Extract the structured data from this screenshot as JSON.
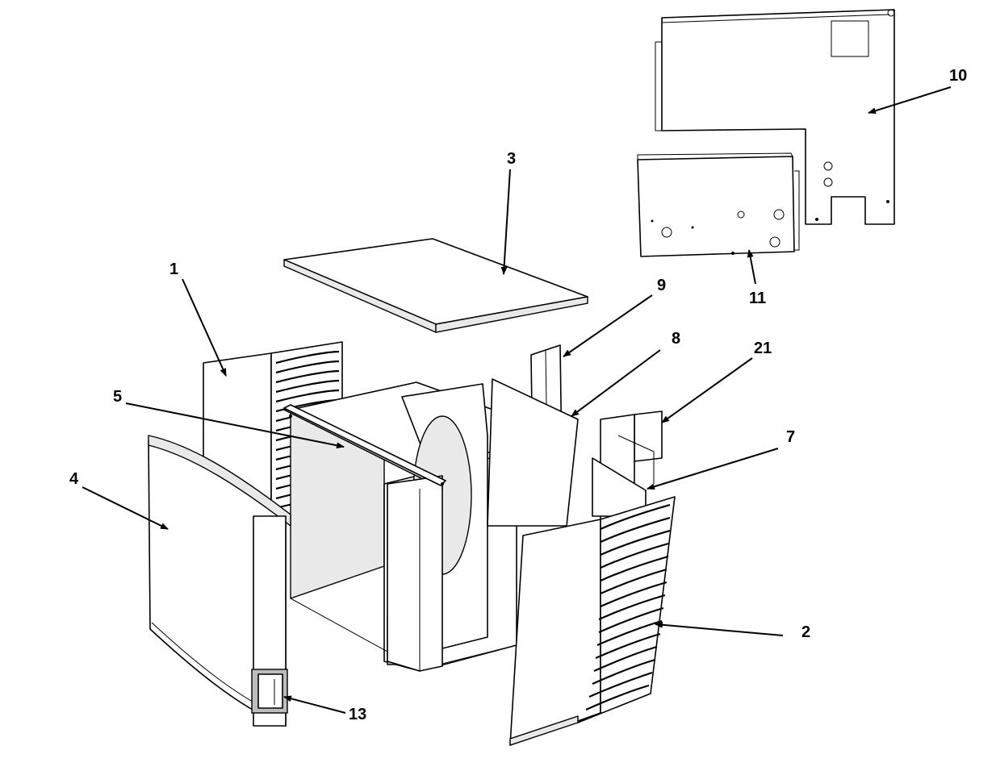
{
  "diagram": {
    "callouts": [
      {
        "id": "c1",
        "label": "1"
      },
      {
        "id": "c2",
        "label": "2"
      },
      {
        "id": "c3",
        "label": "3"
      },
      {
        "id": "c4",
        "label": "4"
      },
      {
        "id": "c5",
        "label": "5"
      },
      {
        "id": "c7",
        "label": "7"
      },
      {
        "id": "c8",
        "label": "8"
      },
      {
        "id": "c9",
        "label": "9"
      },
      {
        "id": "c10",
        "label": "10"
      },
      {
        "id": "c11",
        "label": "11"
      },
      {
        "id": "c13",
        "label": "13"
      },
      {
        "id": "c21",
        "label": "21"
      }
    ]
  }
}
